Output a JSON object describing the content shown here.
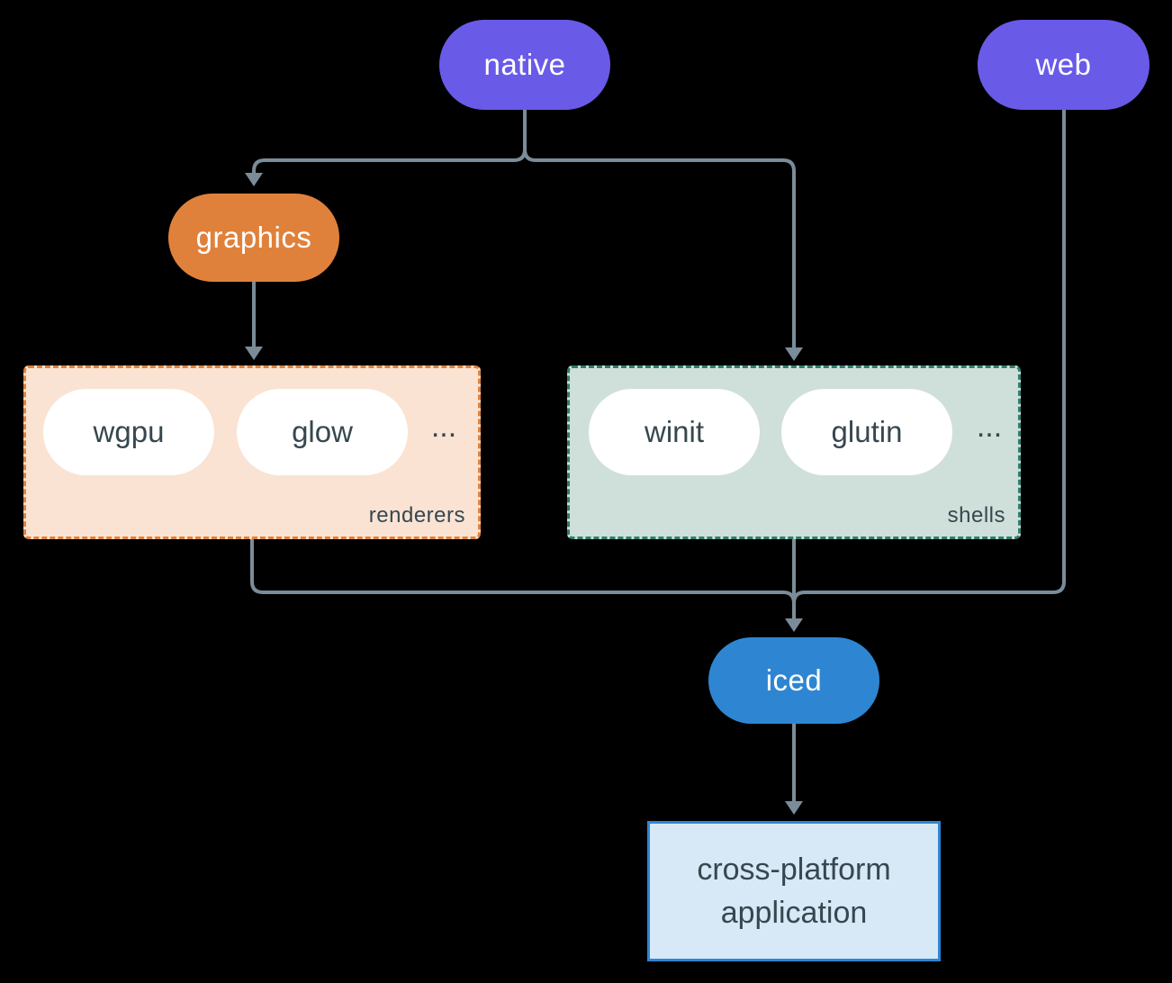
{
  "diagram": {
    "type": "architecture-flow",
    "background": "#000000",
    "edge_color": "#7A8C99",
    "nodes": {
      "native": {
        "label": "native",
        "fill": "#6A5AE8",
        "text_color": "#FFFFFF"
      },
      "web": {
        "label": "web",
        "fill": "#6A5AE8",
        "text_color": "#FFFFFF"
      },
      "graphics": {
        "label": "graphics",
        "fill": "#E0813B",
        "text_color": "#FFFFFF"
      },
      "iced": {
        "label": "iced",
        "fill": "#2E86D2",
        "text_color": "#FFFFFF"
      },
      "application": {
        "label": "cross-platform application",
        "fill": "#D7E8F7",
        "border": "#2E86D2",
        "text_color": "#37474F"
      }
    },
    "groups": {
      "renderers": {
        "label": "renderers",
        "items": [
          "wgpu",
          "glow"
        ],
        "ellipsis": "...",
        "fill": "#FAE3D3",
        "border": "#E0813B",
        "item_fill": "#FFFFFF",
        "item_text_color": "#37474F"
      },
      "shells": {
        "label": "shells",
        "items": [
          "winit",
          "glutin"
        ],
        "ellipsis": "...",
        "fill": "#CFDFD9",
        "border": "#2F7D6D",
        "item_fill": "#FFFFFF",
        "item_text_color": "#37474F"
      }
    },
    "edges": [
      {
        "from": "native",
        "to": "graphics"
      },
      {
        "from": "native",
        "to": "shells"
      },
      {
        "from": "graphics",
        "to": "renderers"
      },
      {
        "from": "renderers",
        "to": "iced"
      },
      {
        "from": "shells",
        "to": "iced"
      },
      {
        "from": "web",
        "to": "iced"
      },
      {
        "from": "iced",
        "to": "application"
      }
    ]
  }
}
